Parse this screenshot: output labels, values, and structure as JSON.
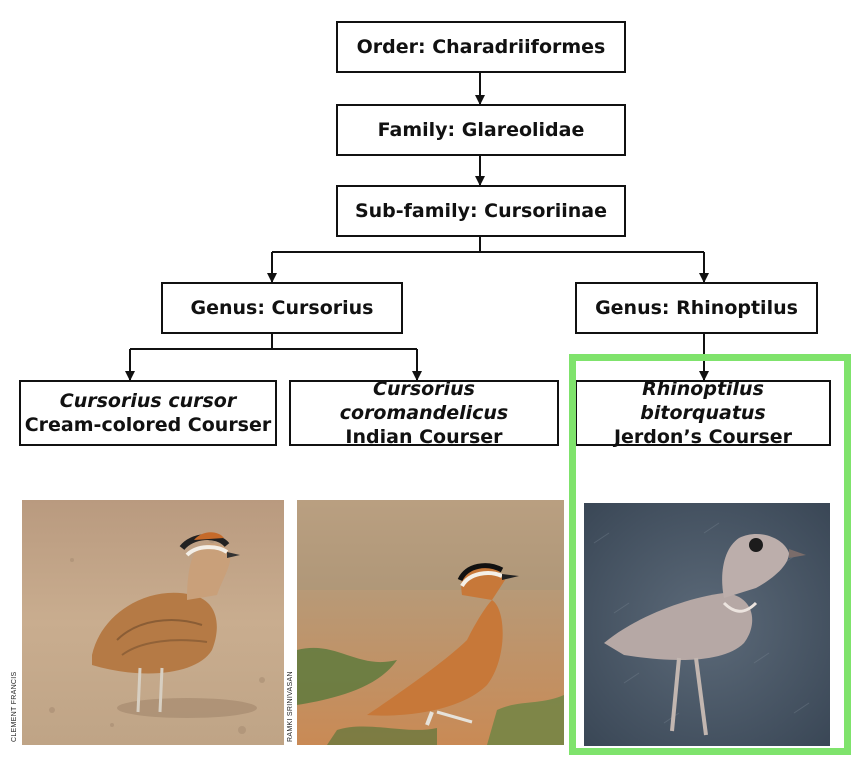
{
  "taxonomy": {
    "order": "Order: Charadriiformes",
    "family": "Family: Glareolidae",
    "subfamily": "Sub-family: Cursoriinae",
    "genus_cursorius": "Genus: Cursorius",
    "genus_rhinoptilus": "Genus: Rhinoptilus",
    "species": [
      {
        "scientific": "Cursorius cursor",
        "common": "Cream-colored Courser"
      },
      {
        "scientific": "Cursorius coromandelicus",
        "common": "Indian Courser"
      },
      {
        "scientific": "Rhinoptilus bitorquatus",
        "common": "Jerdon’s Courser"
      }
    ]
  },
  "photo_credits": [
    "CLEMENT FRANCIS",
    "RAMKI SRINIVASAN"
  ],
  "colors": {
    "highlight": "#7fe36c",
    "box_border": "#111111"
  }
}
